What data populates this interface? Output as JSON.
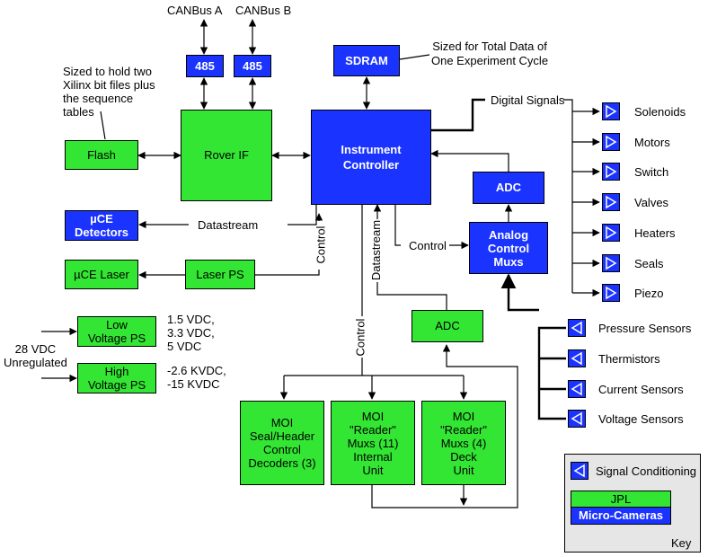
{
  "top": {
    "canbus_a": "CANBus A",
    "canbus_b": "CANBus B",
    "bus_a": "485",
    "bus_b": "485",
    "sdram": "SDRAM",
    "sdram_note": "Sized for Total Data of\nOne Experiment Cycle"
  },
  "left": {
    "flash_note": "Sized to hold two\nXilinx bit files plus\nthe sequence\ntables",
    "flash": "Flash",
    "rover_if": "Rover IF",
    "uce_detectors": "µCE\nDetectors",
    "datastream": "Datastream",
    "uce_laser": "µCE Laser",
    "laser_ps": "Laser PS",
    "control": "Control"
  },
  "power": {
    "input_label": "28 VDC\nUnregulated",
    "low_ps": "Low\nVoltage PS",
    "low_values": "1.5 VDC,\n3.3 VDC,\n5 VDC",
    "high_ps": "High\nVoltage PS",
    "high_values": "-2.6 KVDC,\n-15 KVDC"
  },
  "center": {
    "instrument_controller": "Instrument\nController",
    "datastream_vertical": "Datastream",
    "control_vertical": "Control",
    "control_right": "Control",
    "adc_top": "ADC",
    "analog_muxs": "Analog\nControl\nMuxs",
    "adc_mid": "ADC",
    "digital_signals": "Digital Signals"
  },
  "moi": {
    "seal_header": "MOI\nSeal/Header\nControl\nDecoders (3)",
    "reader_internal": "MOI\n\"Reader\"\nMuxs (11)\nInternal\nUnit",
    "reader_deck": "MOI\n\"Reader\"\nMuxs (4)\nDeck\nUnit"
  },
  "outputs": [
    "Solenoids",
    "Motors",
    "Switch",
    "Valves",
    "Heaters",
    "Seals",
    "Piezo"
  ],
  "sensors": [
    "Pressure Sensors",
    "Thermistors",
    "Current Sensors",
    "Voltage  Sensors"
  ],
  "key": {
    "signal_conditioning": "Signal Conditioning",
    "jpl": "JPL",
    "micro_cameras": "Micro-Cameras",
    "title": "Key"
  },
  "colors": {
    "jpl_green": "#33e633",
    "camera_blue": "#1a33ff"
  },
  "icons": {
    "output_conditioner": "triangle-right-icon",
    "sensor_conditioner": "triangle-left-icon"
  }
}
